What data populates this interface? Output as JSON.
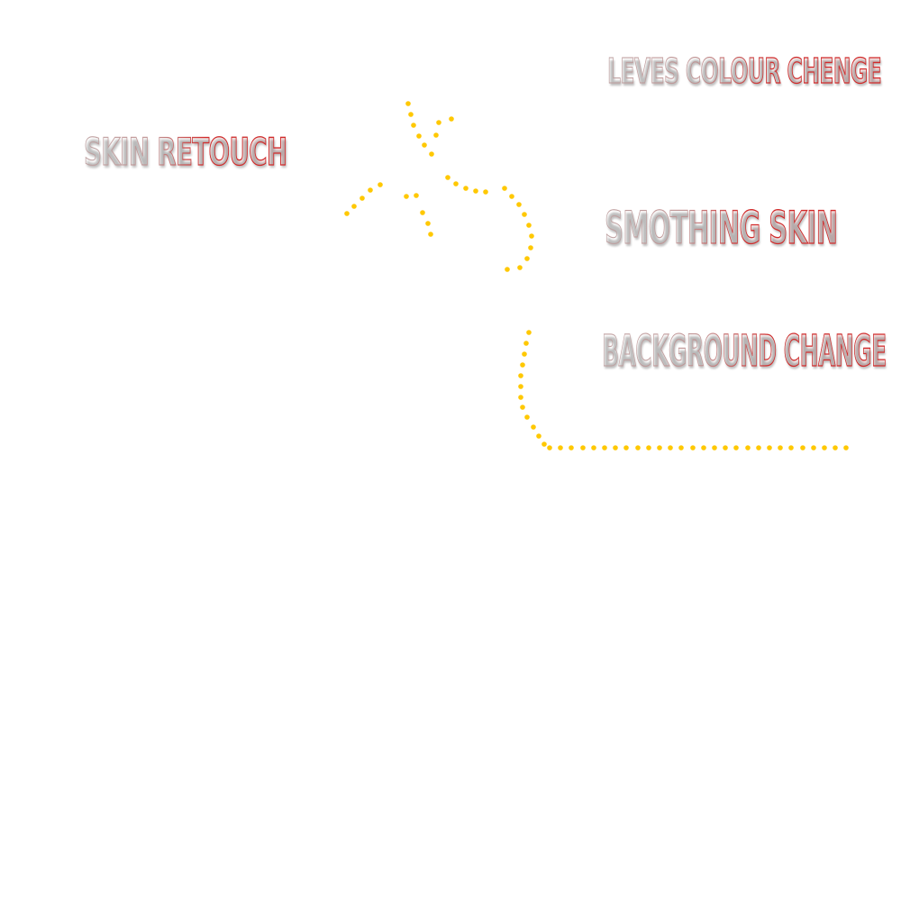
{
  "labels": {
    "leves_colour_change": "LEVES COLOUR CHENGE",
    "skin_retouch": "SKIN RETOUCH",
    "smothing_skin": "SMOTHING SKIN",
    "background_change": "BACKGROUND CHANGE"
  },
  "colors": {
    "background": "#ffffff",
    "dot": "#ffc800",
    "label_fill": "#f7f7f7",
    "label_outline_accent": "#d22a2a",
    "label_outline_neutral": "#b9b9b9"
  },
  "connectors": [
    {
      "name": "connector-eyebrow-left",
      "description": "dotted line to Skin Retouch"
    },
    {
      "name": "connector-eye-v",
      "description": "dotted V shape"
    },
    {
      "name": "connector-nose",
      "description": "dotted short curve"
    },
    {
      "name": "connector-cheek",
      "description": "dotted curve"
    },
    {
      "name": "connector-jaw",
      "description": "dotted curve to Smothing Skin"
    },
    {
      "name": "connector-background",
      "description": "dotted L-shaped line to Background Change"
    }
  ]
}
